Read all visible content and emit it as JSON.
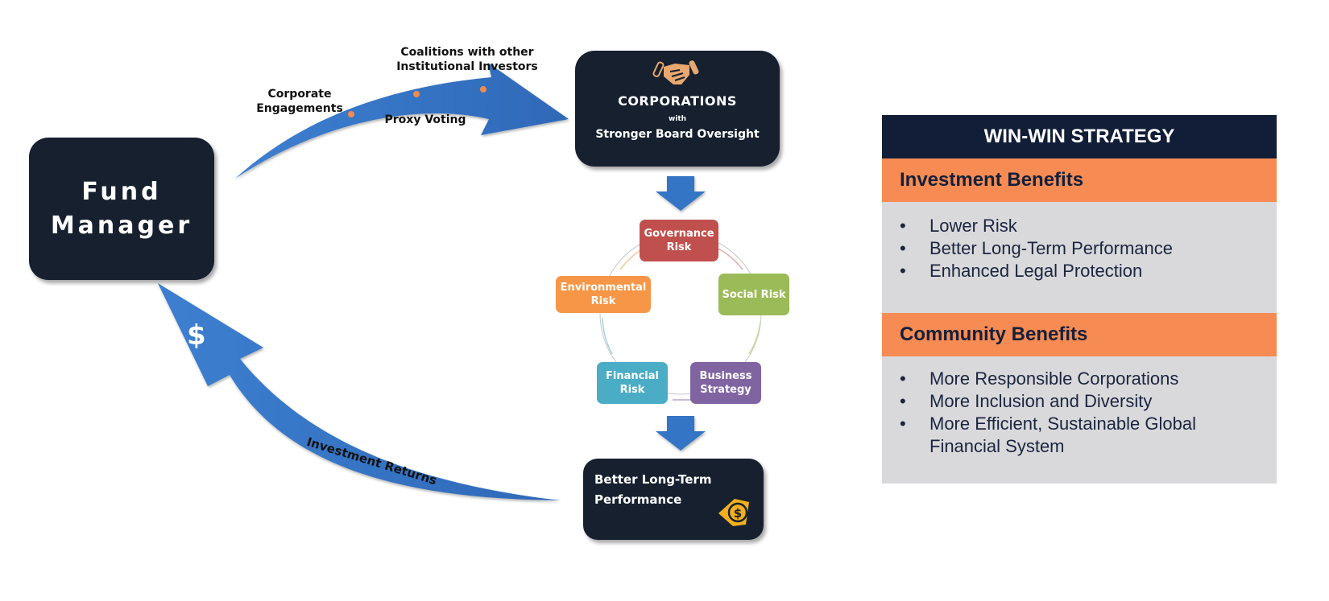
{
  "fund_manager": {
    "line1": "Fund",
    "line2": "Manager"
  },
  "top_arrow_labels": {
    "corporate_engagements": [
      "Corporate",
      "Engagements"
    ],
    "coalitions": [
      "Coalitions with other",
      "Institutional Investors"
    ],
    "proxy_voting": "Proxy Voting"
  },
  "corporations": {
    "icon": "handshake-icon",
    "title": "CORPORATIONS",
    "connector": "with",
    "subtitle": "Stronger Board Oversight"
  },
  "risks": [
    {
      "name": "governance",
      "lines": [
        "Governance",
        "Risk"
      ],
      "color": "#c0504d"
    },
    {
      "name": "social",
      "lines": [
        "Social Risk"
      ],
      "color": "#9bbb59"
    },
    {
      "name": "business",
      "lines": [
        "Business",
        "Strategy"
      ],
      "color": "#8064a2"
    },
    {
      "name": "financial",
      "lines": [
        "Financial",
        "Risk"
      ],
      "color": "#4bacc6"
    },
    {
      "name": "environmental",
      "lines": [
        "Environmental",
        "Risk"
      ],
      "color": "#f79646"
    }
  ],
  "performance": {
    "line1": "Better Long-Term",
    "line2": "Performance",
    "icon": "money-dollar-icon"
  },
  "return_arrow": {
    "label": "Investment Returns",
    "symbol": "$"
  },
  "strategy_panel": {
    "title": "WIN-WIN STRATEGY",
    "sections": [
      {
        "heading": "Investment Benefits",
        "items": [
          "Lower Risk",
          "Better Long-Term Performance",
          "Enhanced Legal Protection"
        ]
      },
      {
        "heading": "Community Benefits",
        "items": [
          "More Responsible Corporations",
          "More Inclusion and Diversity",
          "More Efficient, Sustainable Global Financial System"
        ]
      }
    ]
  },
  "colors": {
    "dark_box": "#16202f",
    "arrow_blue": "#3a78c9",
    "accent_orange": "#f68b54",
    "panel_header": "#121e38",
    "panel_body": "#d9d9db"
  }
}
